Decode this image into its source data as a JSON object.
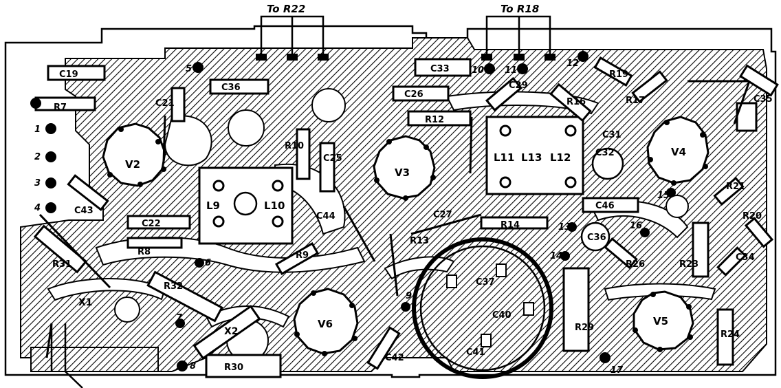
{
  "headers": {
    "left": "To R22",
    "right": "To R18"
  },
  "valves": [
    "V2",
    "V3",
    "V4",
    "V5",
    "V6"
  ],
  "coils": [
    "L9",
    "L10",
    "L11",
    "L13",
    "L12"
  ],
  "crystals": [
    "X1",
    "X2"
  ],
  "capacitors": [
    "C19",
    "C21",
    "C22",
    "C25",
    "C26",
    "C27",
    "C29",
    "C31",
    "C32",
    "C33",
    "C34",
    "C35",
    "C36",
    "C36",
    "C37",
    "C40",
    "C41",
    "C42",
    "C43",
    "C44",
    "C46"
  ],
  "resistors": [
    "R7",
    "R8",
    "R9",
    "R10",
    "R12",
    "R13",
    "R14",
    "R16",
    "R17",
    "R19",
    "R20",
    "R21",
    "R23",
    "R24",
    "R26",
    "R29",
    "R30",
    "R31",
    "R32"
  ],
  "pins": [
    "1",
    "2",
    "3",
    "4",
    "5",
    "6",
    "7",
    "8",
    "9",
    "10",
    "11",
    "12",
    "13",
    "14",
    "15",
    "16",
    "17"
  ]
}
